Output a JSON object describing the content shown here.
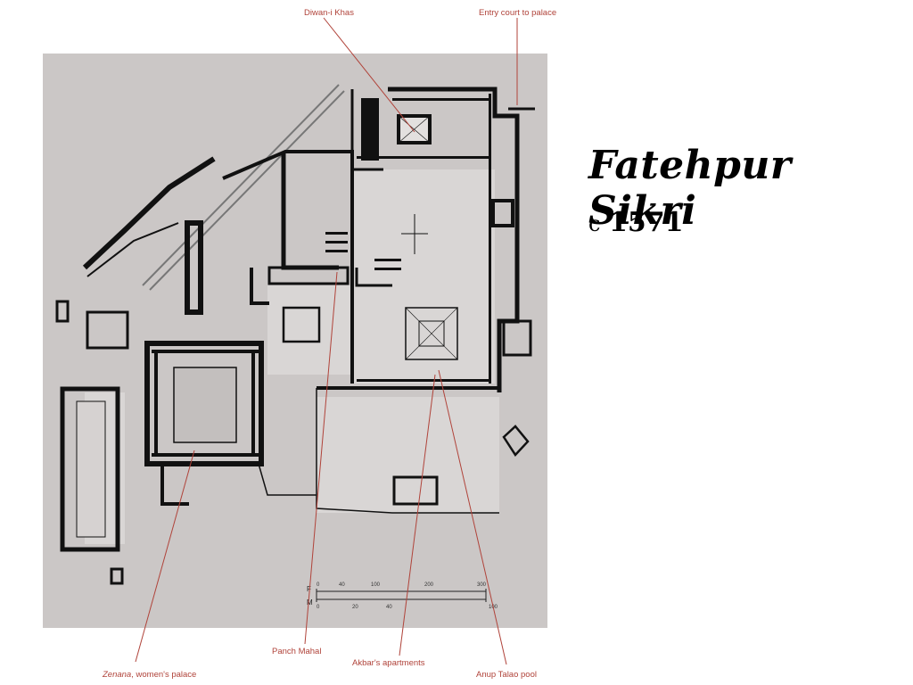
{
  "slide": {
    "title": "Fatehpur Sikri",
    "date_prefix": "c",
    "date_year": "1571"
  },
  "labels": {
    "diwan_i_khas": "Diwan-i Khas",
    "entry_court": "Entry court to palace",
    "panch_mahal": "Panch Mahal",
    "zenana_italic": "Zenana",
    "zenana_rest": ", women's palace",
    "akbars_apartments": "Akbar's apartments",
    "anup_talao": "Anup Talao pool"
  },
  "scale": {
    "feet_label": "F",
    "metres_label": "M",
    "feet_ticks": [
      "0",
      "40",
      "100",
      "200",
      "300"
    ],
    "metre_ticks": [
      "0",
      "20",
      "40",
      "100"
    ]
  },
  "colors": {
    "plan_background": "#cbc7c6",
    "walls": "#111111",
    "leader_lines": "#b0433a"
  }
}
